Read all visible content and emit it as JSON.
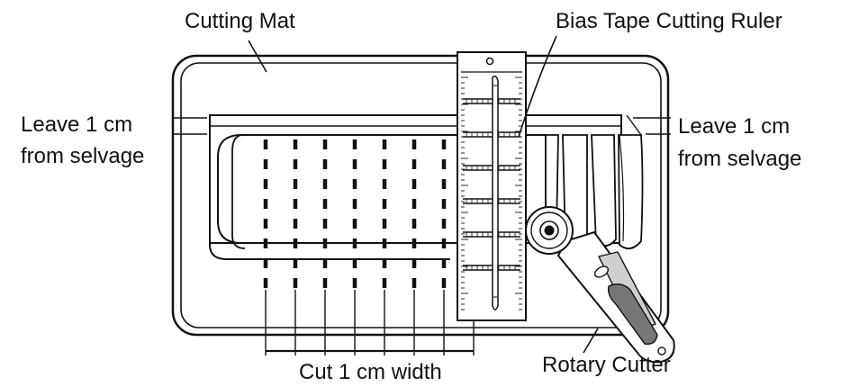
{
  "labels": {
    "cutting_mat": "Cutting Mat",
    "ruler": "Bias Tape Cutting Ruler",
    "leave_left_line1": "Leave 1 cm",
    "leave_left_line2": "from selvage",
    "leave_right_line1": "Leave 1 cm",
    "leave_right_line2": "from selvage",
    "cut_width": "Cut 1 cm width",
    "rotary_cutter": "Rotary Cutter"
  },
  "colors": {
    "line": "#111111",
    "background": "#ffffff",
    "cutter_grip": "#777777",
    "cutter_grip_light": "#cfcfcf"
  }
}
